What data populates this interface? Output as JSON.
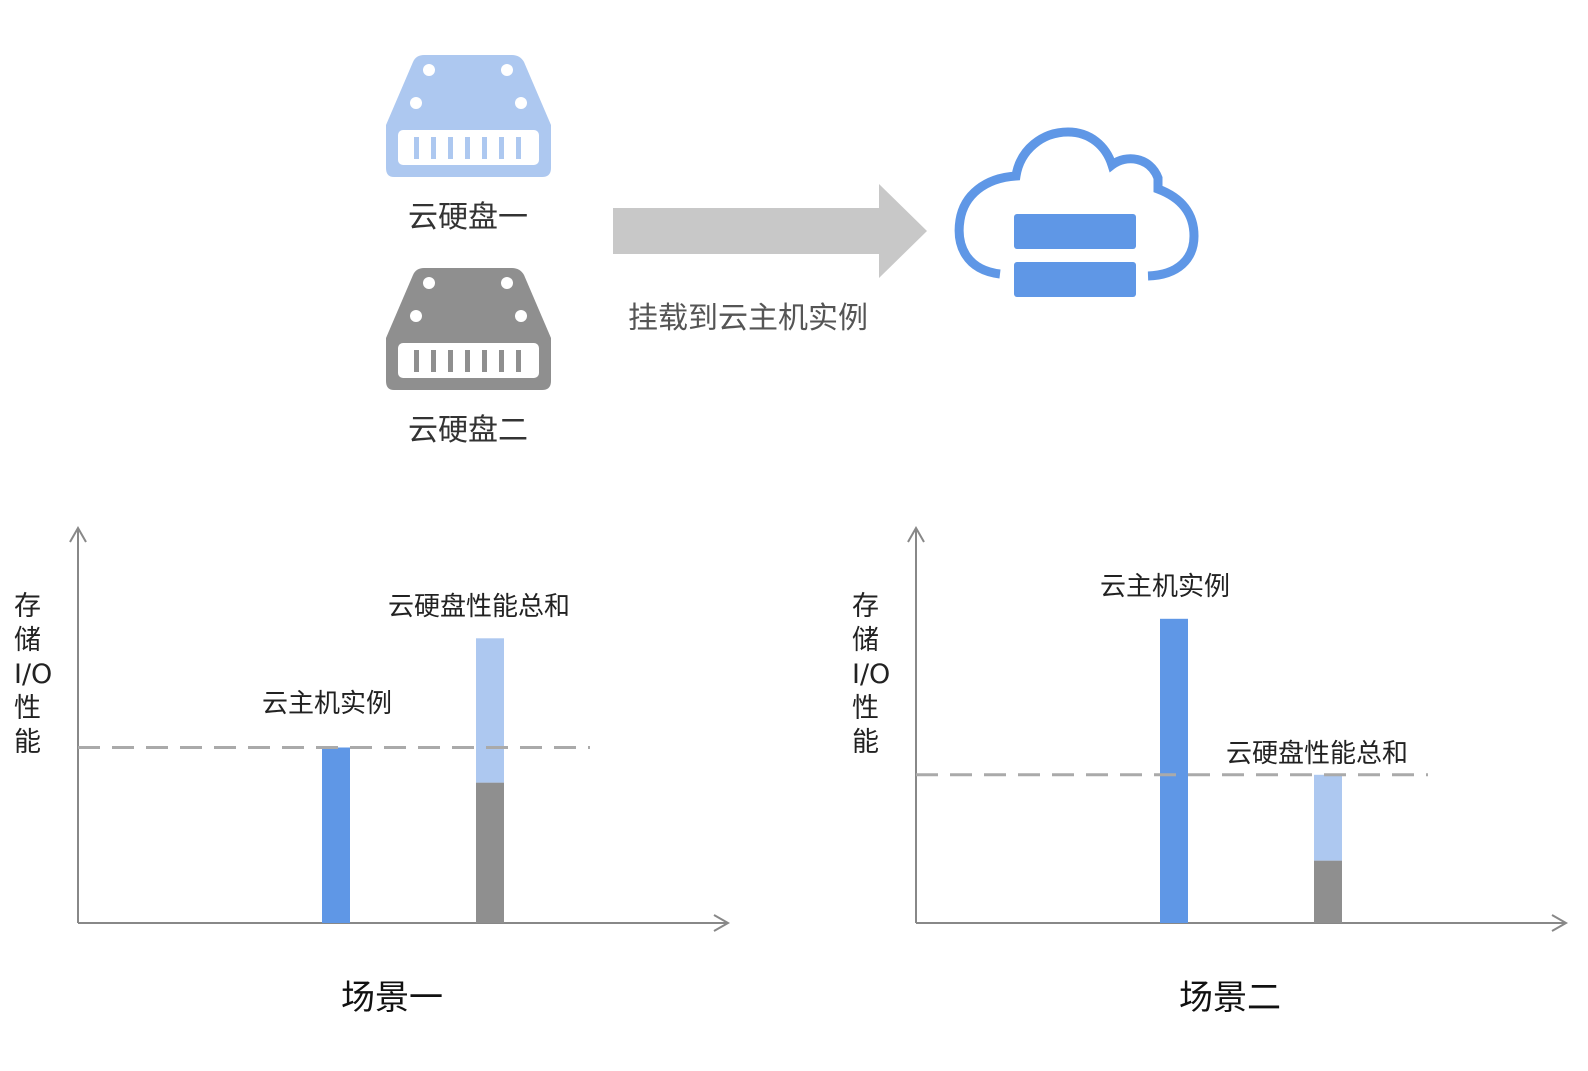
{
  "top": {
    "disk1_label": "云硬盘一",
    "disk2_label": "云硬盘二",
    "arrow_label": "挂载到云主机实例"
  },
  "scenario1": {
    "title": "场景一",
    "ylabel_lines": [
      "存",
      "储",
      "I/O",
      "性",
      "能"
    ],
    "instance_label": "云主机实例",
    "disk_total_label": "云硬盘性能总和"
  },
  "scenario2": {
    "title": "场景二",
    "ylabel_lines": [
      "存",
      "储",
      "I/O",
      "性",
      "能"
    ],
    "instance_label": "云主机实例",
    "disk_total_label": "云硬盘性能总和"
  },
  "colors": {
    "instance_blue": "#5f97e6",
    "disk1_lightblue": "#adc8f0",
    "disk2_gray": "#8f8f8f",
    "arrow_gray": "#c8c8c8",
    "axis_gray": "#888888",
    "dash_gray": "#aaaaaa"
  },
  "chart_data": [
    {
      "type": "bar",
      "title": "场景一",
      "ylabel": "存储I/O性能",
      "categories": [
        "云主机实例",
        "云硬盘性能总和"
      ],
      "ylim": [
        0,
        100
      ],
      "limit_line": 45,
      "series": [
        {
          "name": "云主机实例",
          "values": [
            45,
            0
          ]
        },
        {
          "name": "云硬盘二",
          "values": [
            0,
            36
          ]
        },
        {
          "name": "云硬盘一",
          "values": [
            0,
            37
          ]
        }
      ]
    },
    {
      "type": "bar",
      "title": "场景二",
      "ylabel": "存储I/O性能",
      "categories": [
        "云主机实例",
        "云硬盘性能总和"
      ],
      "ylim": [
        0,
        100
      ],
      "limit_line": 38,
      "series": [
        {
          "name": "云主机实例",
          "values": [
            78,
            0
          ]
        },
        {
          "name": "云硬盘二",
          "values": [
            0,
            16
          ]
        },
        {
          "name": "云硬盘一",
          "values": [
            0,
            22
          ]
        }
      ]
    }
  ]
}
